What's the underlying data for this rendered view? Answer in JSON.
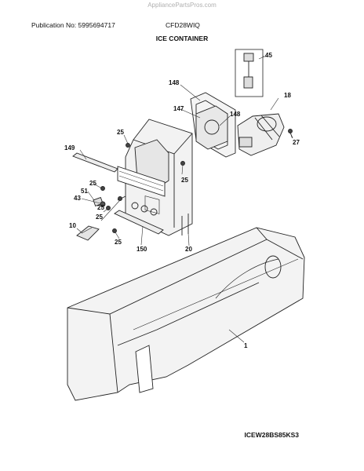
{
  "watermark": "AppliancePartsPros.com",
  "header": {
    "publication": "Publication No: 5995694717",
    "model": "CFD28WIQ",
    "section_title": "ICE CONTAINER"
  },
  "callouts": {
    "c45": "45",
    "c148a": "148",
    "c147": "147",
    "c18": "18",
    "c148b": "148",
    "c25a": "25",
    "c27": "27",
    "c149": "149",
    "c25b": "25",
    "c25c": "25",
    "c51": "51",
    "c43": "43",
    "c25d": "25",
    "c25e": "25",
    "c10": "10",
    "c25f": "25",
    "c150": "150",
    "c20": "20",
    "c1": "1"
  },
  "diagram_ref": "ICEW28BS85KS3"
}
